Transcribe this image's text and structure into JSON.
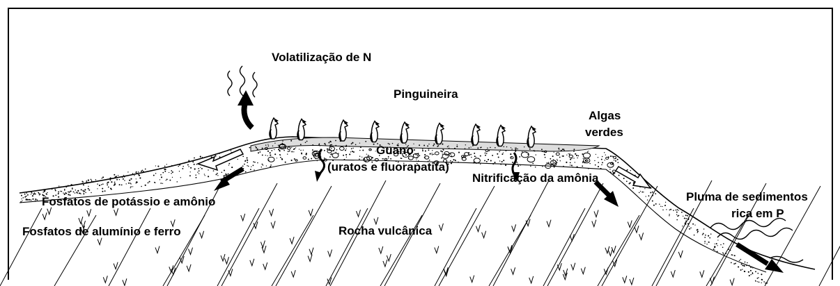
{
  "labels": {
    "volatilization": "Volatilização de N",
    "penguin_colony": "Pinguineira",
    "green_algae_line1": "Algas",
    "green_algae_line2": "verdes",
    "guano_line1": "Guano",
    "guano_line2": "(uratos e fluorapatita)",
    "nitrification": "Nitrificação da amônia",
    "sediment_plume_line1": "Pluma de sedimentos",
    "sediment_plume_line2": "rica em P",
    "k_ammonium_phosphates": "Fosfatos de potássio e amônio",
    "al_fe_phosphates": "Fosfatos de alumínio e ferro",
    "volcanic_rock": "Rocha vulcânica"
  },
  "colors": {
    "ink": "#000000",
    "background": "#ffffff"
  },
  "icons": [
    "penguin-icon",
    "wavy-gas-icon",
    "curved-arrow-icon",
    "hollow-arrow-icon",
    "solid-arrow-icon",
    "wave-icon"
  ]
}
